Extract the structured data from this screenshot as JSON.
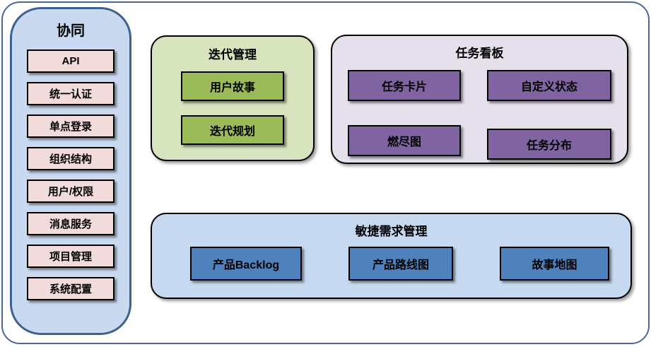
{
  "colors": {
    "frame-border": "#47689B",
    "sidebar-bg": "#C9D9F0",
    "sidebar-border": "#3F618F",
    "pink-item-bg": "#F2DCDB",
    "green-panel-bg": "#D7E4BD",
    "green-item-bg": "#9BBB59",
    "purple-panel-bg": "#E6E0EC",
    "purple-item-bg": "#8064A2",
    "blue-panel-bg": "#C6D9F1",
    "blue-item-bg": "#4F81BD",
    "item-border": "#000000",
    "text": "#000000"
  },
  "sidebar": {
    "title": "协同",
    "items": [
      "API",
      "统一认证",
      "单点登录",
      "组织结构",
      "用户/权限",
      "消息服务",
      "项目管理",
      "系统配置"
    ]
  },
  "panels": {
    "iteration": {
      "title": "迭代管理",
      "items": [
        "用户故事",
        "迭代规划"
      ]
    },
    "taskboard": {
      "title": "任务看板",
      "items": [
        "任务卡片",
        "自定义状态",
        "燃尽图",
        "任务分布"
      ]
    },
    "agile": {
      "title": "敏捷需求管理",
      "items": [
        "产品Backlog",
        "产品路线图",
        "故事地图"
      ]
    }
  }
}
